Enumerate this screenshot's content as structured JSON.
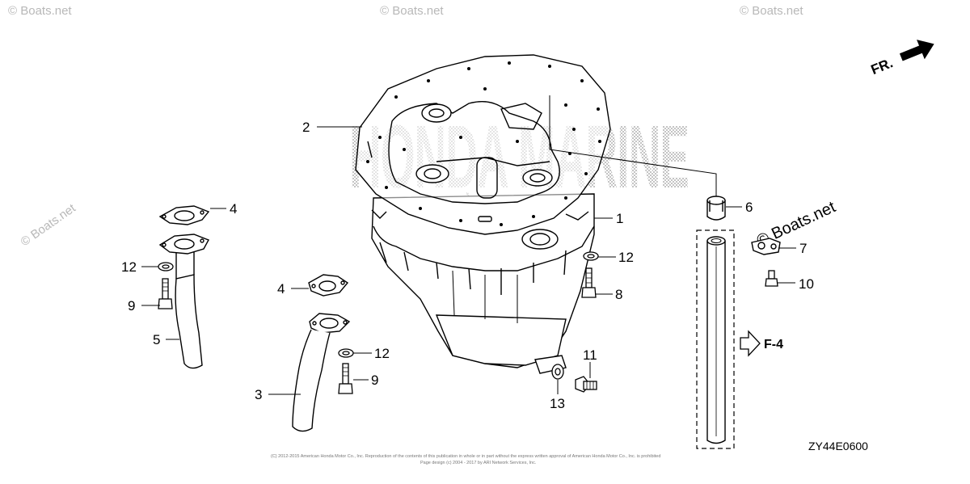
{
  "watermark": {
    "text": "© Boats.net",
    "brand": "HONDA MARINE"
  },
  "direction": {
    "label": "FR."
  },
  "reference": {
    "label": "F-4"
  },
  "diagram_code": "ZY44E0600",
  "copyright": {
    "line1": "(C) 2012-2015 American Honda Motor Co., Inc. Reproduction of the contents of this publication in whole or in part without the express written approval of American Honda Motor Co., Inc. is prohibited",
    "line2": "Page design (c) 2004 - 2017 by ARI Network Services, Inc."
  },
  "callouts": {
    "c1": "1",
    "c2": "2",
    "c3": "3",
    "c4a": "4",
    "c4b": "4",
    "c5": "5",
    "c6": "6",
    "c7": "7",
    "c8": "8",
    "c9a": "9",
    "c9b": "9",
    "c10": "10",
    "c11": "11",
    "c12a": "12",
    "c12b": "12",
    "c12c": "12",
    "c13": "13"
  },
  "colors": {
    "line": "#000000",
    "watermark": "#b8b8b8",
    "screen": "#9a9a9a"
  }
}
